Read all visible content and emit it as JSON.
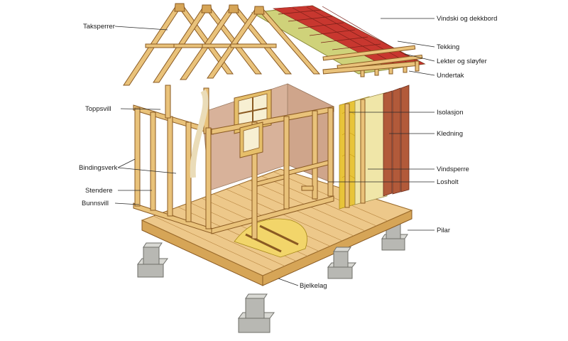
{
  "labels": {
    "taksperrer": "Taksperrer",
    "vindski": "Vindski og dekkbord",
    "tekking": "Tekking",
    "lekter": "Lekter og sløyfer",
    "undertak": "Undertak",
    "toppsvill": "Toppsvill",
    "isolasjon": "Isolasjon",
    "kledning": "Kledning",
    "bindingsverk": "Bindingsverk",
    "vindsperre": "Vindsperre",
    "stendere": "Stendere",
    "losholt": "Losholt",
    "bunnsvill": "Bunnsvill",
    "pilar": "Pilar",
    "bjelkelag": "Bjelkelag"
  },
  "colors": {
    "wood": "#e9c27a",
    "roof_tiles": "#c8372f",
    "underlay": "#cfd27a",
    "insulation": "#e8c43a",
    "cladding": "#b25a3a",
    "concrete": "#b8b8b3"
  }
}
